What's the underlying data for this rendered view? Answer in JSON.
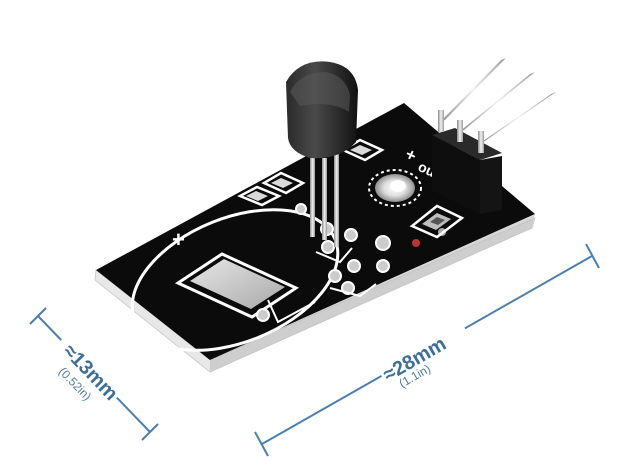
{
  "dimensions": {
    "width": {
      "label": "≈13mm",
      "sub": "(0.52in)"
    },
    "length": {
      "label": "≈28mm",
      "sub": "(1.1in)"
    }
  },
  "silkscreen": {
    "plus_top": "+",
    "out": "out",
    "minus": "−",
    "plus_left": "+"
  },
  "colors": {
    "pcb": "#0d0d0d",
    "pcb_edge": "#e9e9e9",
    "silk": "#ffffff",
    "dimension_line": "#4a7fae",
    "pin": "#c9c9c9"
  }
}
